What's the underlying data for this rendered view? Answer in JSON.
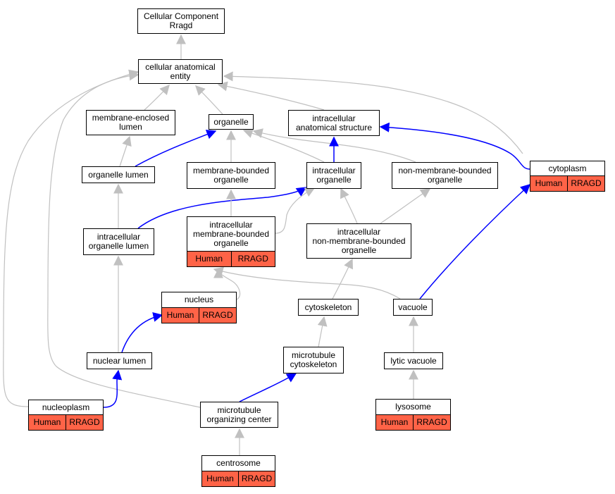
{
  "colors": {
    "is_a_edge": "#c0c0c0",
    "part_of_edge": "#0000ff",
    "annotation_fill": "#FF6347"
  },
  "nodes": {
    "root": {
      "line1": "Cellular Component",
      "line2": "Rragd"
    },
    "cae": {
      "line1": "cellular anatomical",
      "line2": "entity"
    },
    "mel": {
      "line1": "membrane-enclosed",
      "line2": "lumen"
    },
    "org": {
      "line1": "organelle"
    },
    "ias": {
      "line1": "intracellular",
      "line2": "anatomical structure"
    },
    "orgl": {
      "line1": "organelle lumen"
    },
    "mbo": {
      "line1": "membrane-bounded",
      "line2": "organelle"
    },
    "io": {
      "line1": "intracellular",
      "line2": "organelle"
    },
    "nmbo": {
      "line1": "non-membrane-bounded",
      "line2": "organelle"
    },
    "cyto": {
      "line1": "cytoplasm",
      "species": "Human",
      "gene": "RRAGD"
    },
    "iol": {
      "line1": "intracellular",
      "line2": "organelle lumen"
    },
    "imbo": {
      "line1": "intracellular",
      "line2": "membrane-bounded",
      "line3": "organelle",
      "species": "Human",
      "gene": "RRAGD"
    },
    "inmbo": {
      "line1": "intracellular",
      "line2": "non-membrane-bounded",
      "line3": "organelle"
    },
    "nucleus": {
      "line1": "nucleus",
      "species": "Human",
      "gene": "RRAGD"
    },
    "cytosk": {
      "line1": "cytoskeleton"
    },
    "vacuole": {
      "line1": "vacuole"
    },
    "nl": {
      "line1": "nuclear lumen"
    },
    "mtcs": {
      "line1": "microtubule",
      "line2": "cytoskeleton"
    },
    "lv": {
      "line1": "lytic vacuole"
    },
    "np": {
      "line1": "nucleoplasm",
      "species": "Human",
      "gene": "RRAGD"
    },
    "mtoc": {
      "line1": "microtubule",
      "line2": "organizing center"
    },
    "lyso": {
      "line1": "lysosome",
      "species": "Human",
      "gene": "RRAGD"
    },
    "centro": {
      "line1": "centrosome",
      "species": "Human",
      "gene": "RRAGD"
    }
  }
}
